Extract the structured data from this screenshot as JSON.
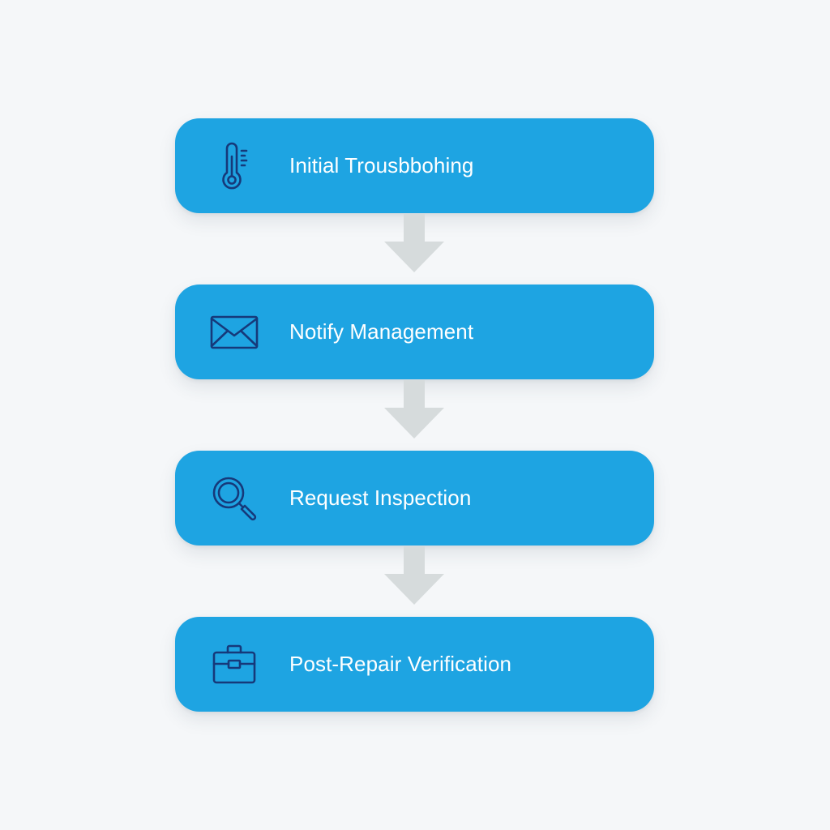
{
  "steps": [
    {
      "label": "Initial Trousbbohing",
      "icon": "thermometer-icon"
    },
    {
      "label": "Notify Management",
      "icon": "envelope-icon"
    },
    {
      "label": "Request Inspection",
      "icon": "magnifier-icon"
    },
    {
      "label": "Post-Repair Verification",
      "icon": "toolbox-icon"
    }
  ],
  "colors": {
    "background": "#f5f7f9",
    "step_fill": "#1ea4e2",
    "step_text": "#ffffff",
    "icon_stroke": "#16397a",
    "connector": "#d6dbdc"
  }
}
